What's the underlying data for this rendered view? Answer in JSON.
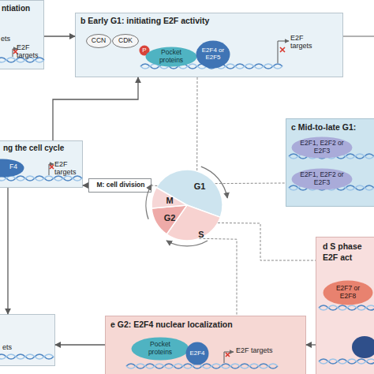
{
  "diagram": {
    "nodes": [
      {
        "text": [
          "ntiation",
          "ets",
          "E2F targets"
        ]
      },
      {
        "text": [
          "b Early G1: initiating E2F activity",
          "E2F targets"
        ]
      },
      {
        "text": [
          "CCN"
        ],
        "in": 1
      },
      {
        "text": [
          "CDK"
        ],
        "in": 1
      },
      {
        "text": [
          "P"
        ],
        "in": 1
      },
      {
        "text": [
          "Pocket proteins"
        ],
        "in": 1
      },
      {
        "text": [
          "E2F4 or E2F5"
        ],
        "in": 1
      },
      {
        "text": [
          "ng the cell cycle",
          "E2F targets"
        ]
      },
      {
        "text": [
          "F4"
        ],
        "in": 7
      },
      {
        "text": [
          "M: cell division"
        ]
      },
      {
        "text": [
          "G1",
          "S",
          "G2",
          "M"
        ]
      },
      {
        "text": [
          "c Mid-to-late G1:"
        ]
      },
      {
        "text": [
          "E2F1, E2F2 or E2F3"
        ],
        "in": 11
      },
      {
        "text": [
          "E2F1, E2F2 or E2F3"
        ],
        "in": 11
      },
      {
        "text": [
          "d S phase",
          "E2F act"
        ]
      },
      {
        "text": [
          "E2F7 or E2F8"
        ],
        "in": 14
      },
      {
        "text": [
          "e G2: E2F4 nuclear localization",
          "E2F targets"
        ]
      },
      {
        "text": [
          "Pocket proteins"
        ],
        "in": 16
      },
      {
        "text": [
          "E2F4"
        ],
        "in": 16
      },
      {
        "text": [
          "ets"
        ]
      }
    ],
    "edges": [
      {
        "from": 0,
        "to": 1,
        "arrow": "to"
      },
      {
        "from": 7,
        "to": 1,
        "arrow": "to"
      },
      {
        "from": 9,
        "to": 7,
        "arrow": "to"
      },
      {
        "from": 14,
        "to": 16,
        "arrow": "to"
      },
      {
        "from": 16,
        "to": 19,
        "arrow": "to"
      },
      {
        "from": 7,
        "to": 19,
        "arrow": "to"
      },
      {
        "from": 1,
        "to": 10,
        "arrow": "none"
      },
      {
        "from": 10,
        "to": 11,
        "arrow": "none"
      },
      {
        "from": 10,
        "to": 14,
        "arrow": "none"
      },
      {
        "from": 10,
        "to": 16,
        "arrow": "none"
      },
      {
        "from": 10,
        "to": 9,
        "arrow": "none"
      }
    ]
  }
}
